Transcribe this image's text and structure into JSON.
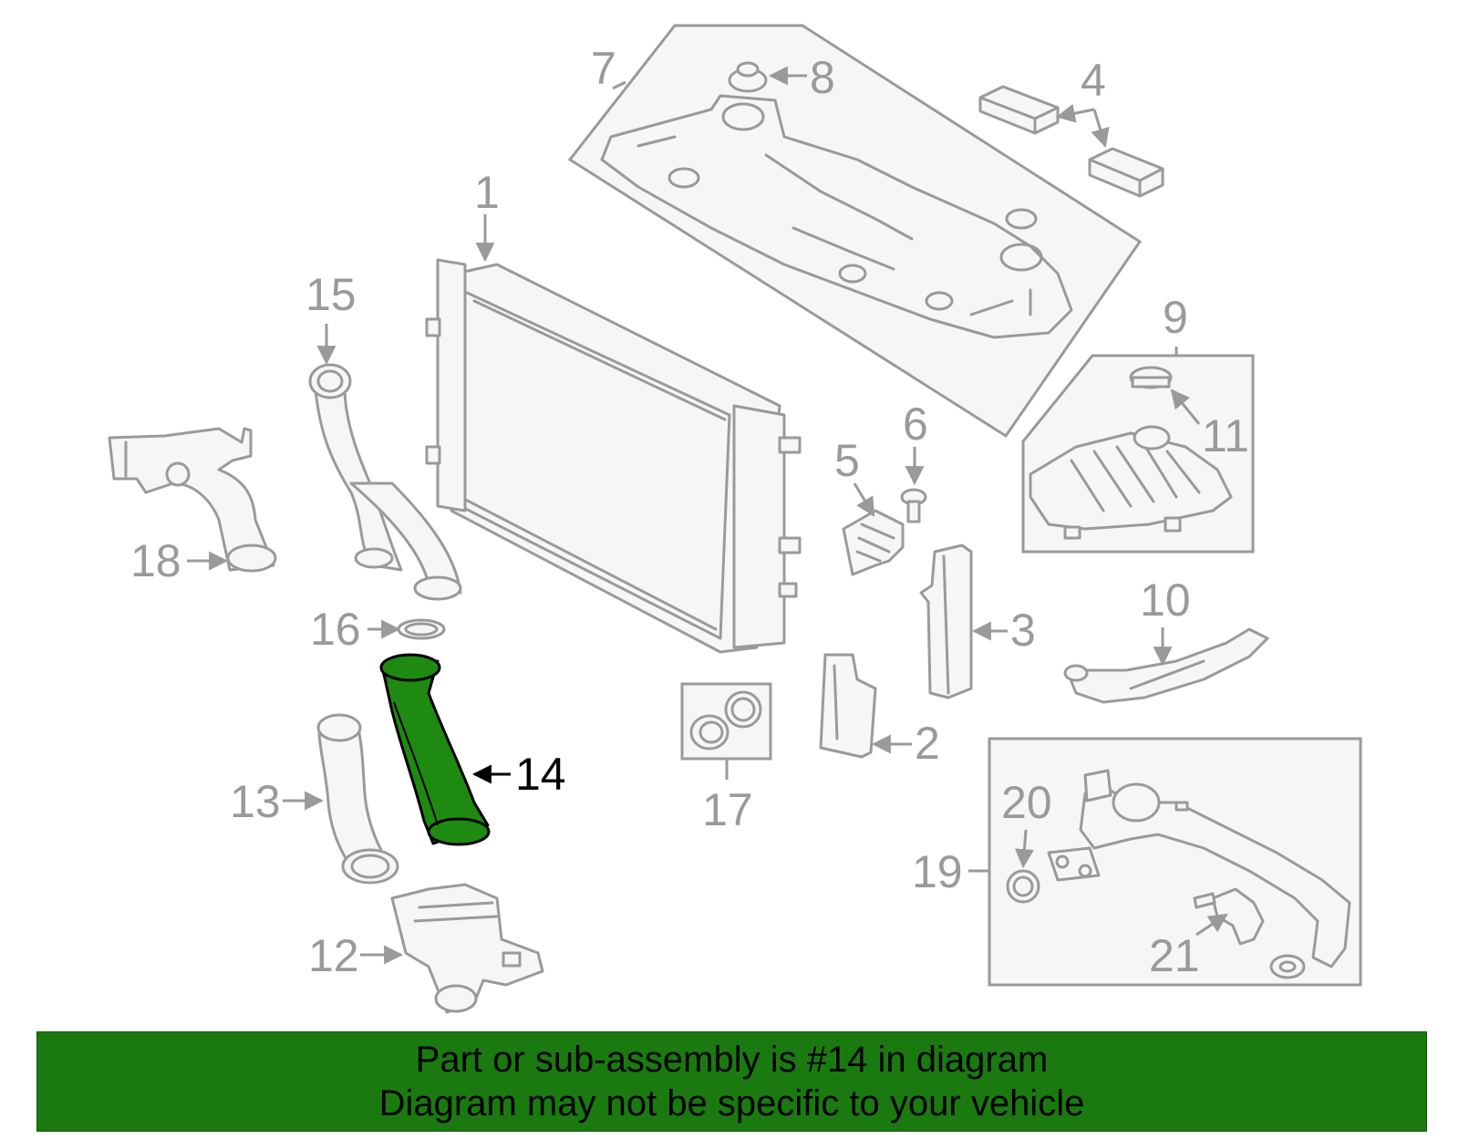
{
  "diagram": {
    "highlight_part": "14",
    "highlight_color": "#1f8a12",
    "callouts": [
      "1",
      "2",
      "3",
      "4",
      "5",
      "6",
      "7",
      "8",
      "9",
      "10",
      "11",
      "12",
      "13",
      "14",
      "15",
      "16",
      "17",
      "18",
      "19",
      "20",
      "21"
    ]
  },
  "banner": {
    "line1": "Part or sub-assembly is #14 in diagram",
    "line2": "Diagram may not be specific to your vehicle",
    "bg_color": "#1a7a10"
  }
}
